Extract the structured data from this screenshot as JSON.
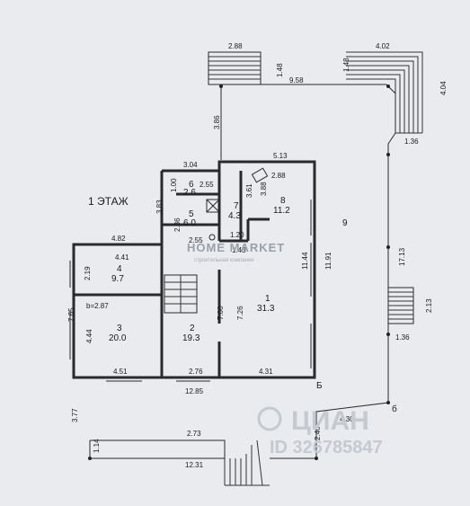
{
  "floor_label": "1 ЭТАЖ",
  "rooms": [
    {
      "num": "1",
      "area": "31.3"
    },
    {
      "num": "2",
      "area": "19.3"
    },
    {
      "num": "3",
      "area": "20.0"
    },
    {
      "num": "4",
      "area": "9.7"
    },
    {
      "num": "5",
      "area": "6.0"
    },
    {
      "num": "6",
      "area": "2.6"
    },
    {
      "num": "7",
      "area": "4.3"
    },
    {
      "num": "8",
      "area": "11.2"
    },
    {
      "num": "9",
      "area": ""
    }
  ],
  "dims": {
    "d2_88_top": "2.88",
    "d1_48_a": "1.48",
    "d4_02": "4.02",
    "d1_48_b": "1.48",
    "d4_04": "4.04",
    "d9_58": "9.58",
    "d1_36_a": "1.36",
    "d3_86": "3.86",
    "d5_13": "5.13",
    "d3_04": "3.04",
    "d2_88_mid": "2.88",
    "d1_00": "1.00",
    "d2_55_a": "2.55",
    "d3_61": "3.61",
    "d3_88": "3.88",
    "d3_83": "3.83",
    "d2_36": "2.36",
    "d2_55_b": "2.55",
    "d1_20": "1.20",
    "d1_43": "1.43",
    "d4_82": "4.82",
    "d4_41": "4.41",
    "d2_19": "2.19",
    "d11_44": "11.44",
    "d11_91": "11.91",
    "d17_13": "17.13",
    "d2_13": "2.13",
    "d1_36_b": "1.36",
    "b2_87": "b=2.87",
    "d7_65": "7.65",
    "d4_44": "4.44",
    "d7_00": "7.00",
    "d7_26": "7.26",
    "d4_51": "4.51",
    "d2_76": "2.76",
    "d4_31": "4.31",
    "d12_85": "12.85",
    "d3_77": "3.77",
    "d4_30": "4.30",
    "d2_40": "2.40",
    "d2_73": "2.73",
    "d1_14": "1.14",
    "d12_31": "12.31"
  },
  "section_marks": {
    "b1": "Б",
    "b2": "б"
  },
  "watermark": {
    "brand": "HOME MARKET",
    "sub": "строительная компания"
  },
  "cian": {
    "name": "ЦИАН",
    "id": "ID 326785847"
  }
}
